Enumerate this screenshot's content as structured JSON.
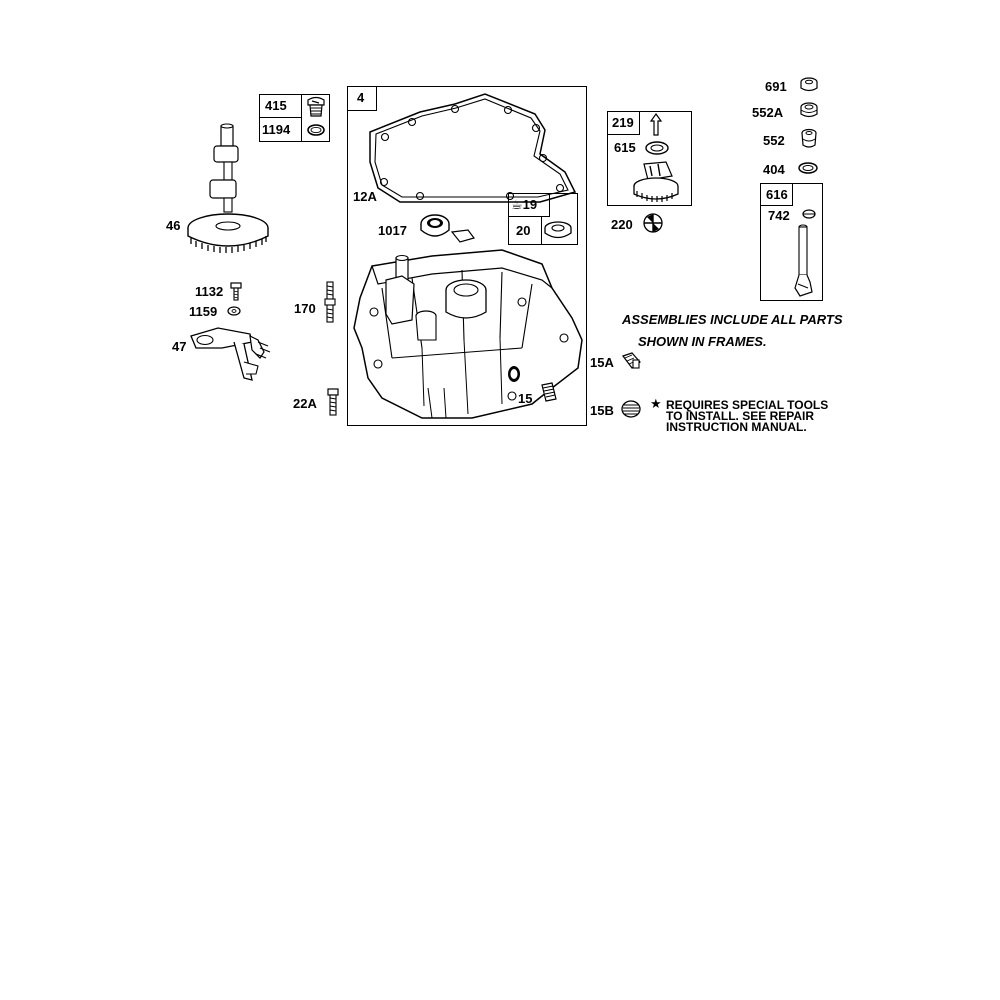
{
  "labels": {
    "p415": "415",
    "p1194": "1194",
    "p46": "46",
    "p1132": "1132",
    "p1159": "1159",
    "p47": "47",
    "p170": "170",
    "p22A": "22A",
    "p4": "4",
    "p12A": "12A",
    "p1017": "1017",
    "p19": "☕19",
    "p20": "20",
    "p15": "15",
    "p15A": "15A",
    "p15B": "15B",
    "p219": "219",
    "p615": "615",
    "p220": "220",
    "p691": "691",
    "p552A": "552A",
    "p552": "552",
    "p404": "404",
    "p616": "616",
    "p742": "742"
  },
  "notes": {
    "assemblies_line1": "ASSEMBLIES INCLUDE ALL PARTS",
    "assemblies_line2": "SHOWN IN FRAMES.",
    "star_symbol": "★",
    "special_line1": "REQUIRES SPECIAL TOOLS",
    "special_line2": "TO INSTALL.  SEE REPAIR",
    "special_line3": "INSTRUCTION MANUAL."
  }
}
